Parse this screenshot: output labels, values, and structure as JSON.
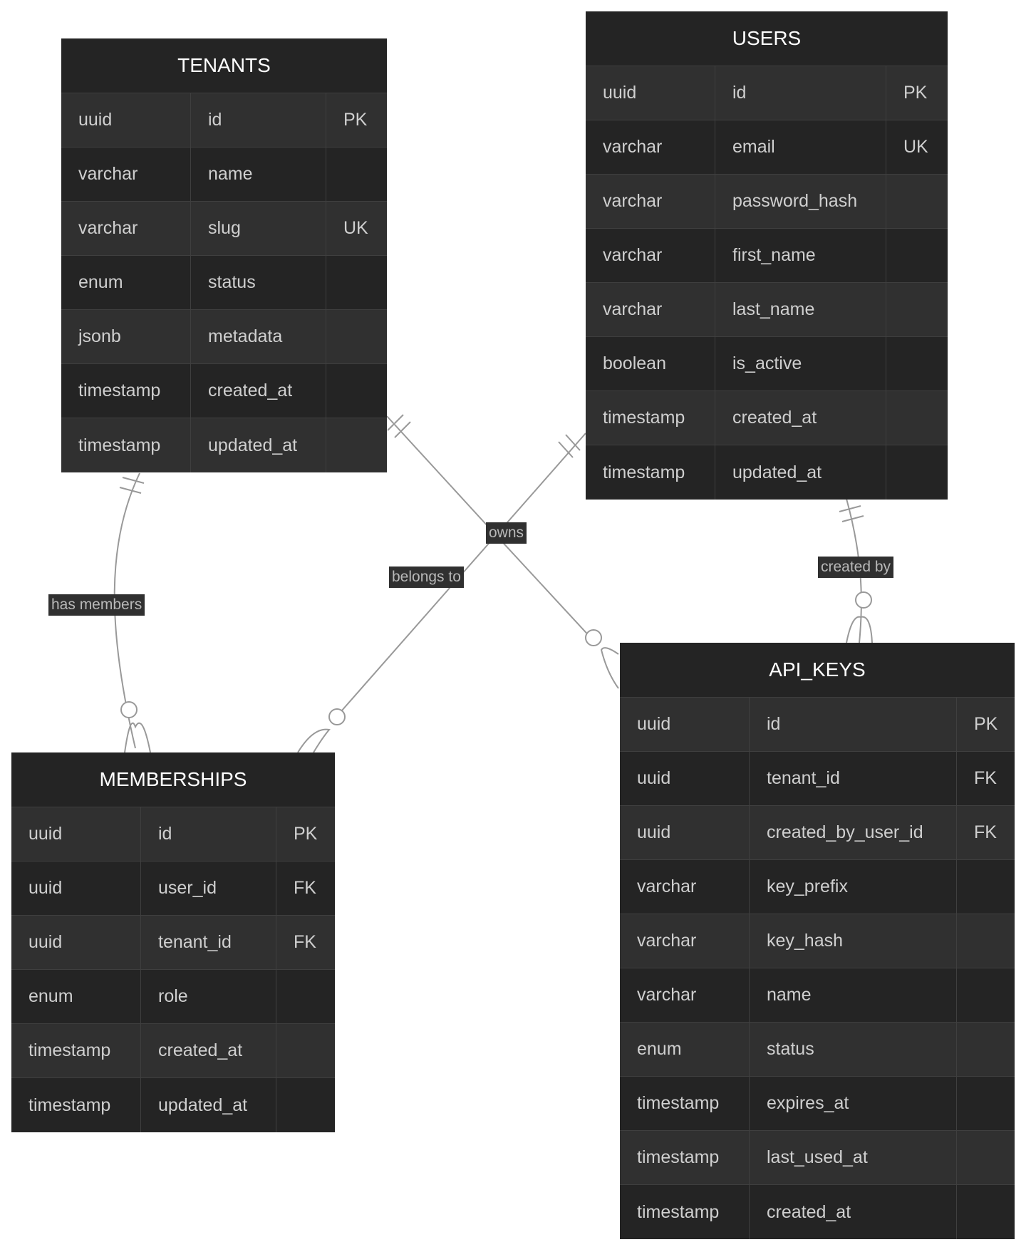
{
  "entities": {
    "tenants": {
      "title": "TENANTS",
      "attributes": [
        {
          "type": "uuid",
          "name": "id",
          "key": "PK"
        },
        {
          "type": "varchar",
          "name": "name",
          "key": ""
        },
        {
          "type": "varchar",
          "name": "slug",
          "key": "UK"
        },
        {
          "type": "enum",
          "name": "status",
          "key": ""
        },
        {
          "type": "jsonb",
          "name": "metadata",
          "key": ""
        },
        {
          "type": "timestamp",
          "name": "created_at",
          "key": ""
        },
        {
          "type": "timestamp",
          "name": "updated_at",
          "key": ""
        }
      ]
    },
    "users": {
      "title": "USERS",
      "attributes": [
        {
          "type": "uuid",
          "name": "id",
          "key": "PK"
        },
        {
          "type": "varchar",
          "name": "email",
          "key": "UK"
        },
        {
          "type": "varchar",
          "name": "password_hash",
          "key": ""
        },
        {
          "type": "varchar",
          "name": "first_name",
          "key": ""
        },
        {
          "type": "varchar",
          "name": "last_name",
          "key": ""
        },
        {
          "type": "boolean",
          "name": "is_active",
          "key": ""
        },
        {
          "type": "timestamp",
          "name": "created_at",
          "key": ""
        },
        {
          "type": "timestamp",
          "name": "updated_at",
          "key": ""
        }
      ]
    },
    "memberships": {
      "title": "MEMBERSHIPS",
      "attributes": [
        {
          "type": "uuid",
          "name": "id",
          "key": "PK"
        },
        {
          "type": "uuid",
          "name": "user_id",
          "key": "FK"
        },
        {
          "type": "uuid",
          "name": "tenant_id",
          "key": "FK"
        },
        {
          "type": "enum",
          "name": "role",
          "key": ""
        },
        {
          "type": "timestamp",
          "name": "created_at",
          "key": ""
        },
        {
          "type": "timestamp",
          "name": "updated_at",
          "key": ""
        }
      ]
    },
    "api_keys": {
      "title": "API_KEYS",
      "attributes": [
        {
          "type": "uuid",
          "name": "id",
          "key": "PK"
        },
        {
          "type": "uuid",
          "name": "tenant_id",
          "key": "FK"
        },
        {
          "type": "uuid",
          "name": "created_by_user_id",
          "key": "FK"
        },
        {
          "type": "varchar",
          "name": "key_prefix",
          "key": ""
        },
        {
          "type": "varchar",
          "name": "key_hash",
          "key": ""
        },
        {
          "type": "varchar",
          "name": "name",
          "key": ""
        },
        {
          "type": "enum",
          "name": "status",
          "key": ""
        },
        {
          "type": "timestamp",
          "name": "expires_at",
          "key": ""
        },
        {
          "type": "timestamp",
          "name": "last_used_at",
          "key": ""
        },
        {
          "type": "timestamp",
          "name": "created_at",
          "key": ""
        }
      ]
    }
  },
  "relationships": [
    {
      "label": "has members",
      "from": "tenants",
      "to": "memberships",
      "from_card": "exactly-one",
      "to_card": "zero-or-many"
    },
    {
      "label": "belongs to",
      "from": "users",
      "to": "memberships",
      "from_card": "exactly-one",
      "to_card": "zero-or-many"
    },
    {
      "label": "owns",
      "from": "tenants",
      "to": "api_keys",
      "from_card": "exactly-one",
      "to_card": "zero-or-many"
    },
    {
      "label": "created by",
      "from": "users",
      "to": "api_keys",
      "from_card": "exactly-one",
      "to_card": "zero-or-many"
    }
  ],
  "colors": {
    "entity_header": "#242424",
    "row_odd": "#303030",
    "row_even": "#242424",
    "divider": "#3f3f3f",
    "title_text": "#ffffff",
    "attr_text": "#cfcfcf",
    "edge": "#999999",
    "label_bg": "#303030",
    "label_text": "#b8b8b8"
  }
}
